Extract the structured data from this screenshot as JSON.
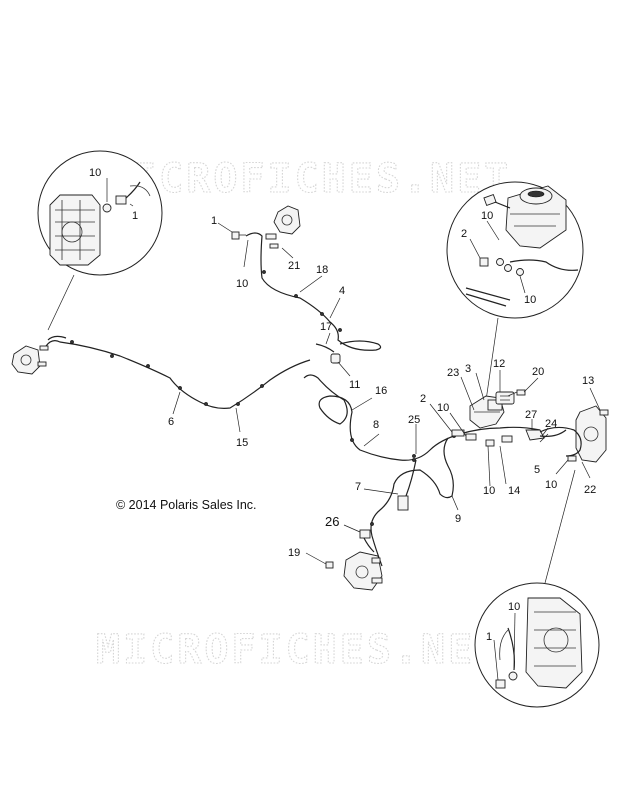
{
  "watermark": {
    "top": "MICROFICHES.NET",
    "bottom": "MICROFICHES.NET"
  },
  "copyright": "© 2014 Polaris Sales Inc.",
  "callouts": {
    "c1": "10",
    "c2": "1",
    "c3": "1",
    "c4": "21",
    "c5": "18",
    "c6": "10",
    "c7": "4",
    "c8": "17",
    "c9": "11",
    "c10": "16",
    "c11": "6",
    "c12": "15",
    "c13": "10",
    "c14": "2",
    "c15": "10",
    "c16": "23",
    "c17": "3",
    "c18": "12",
    "c19": "20",
    "c20": "2",
    "c21": "10",
    "c22": "25",
    "c23": "8",
    "c24": "27",
    "c25": "24",
    "c26": "13",
    "c27": "5",
    "c28": "10",
    "c29": "22",
    "c30": "14",
    "c31": "10",
    "c32": "7",
    "c33": "9",
    "c34": "26",
    "c35": "19",
    "c36": "10",
    "c37": "1"
  }
}
